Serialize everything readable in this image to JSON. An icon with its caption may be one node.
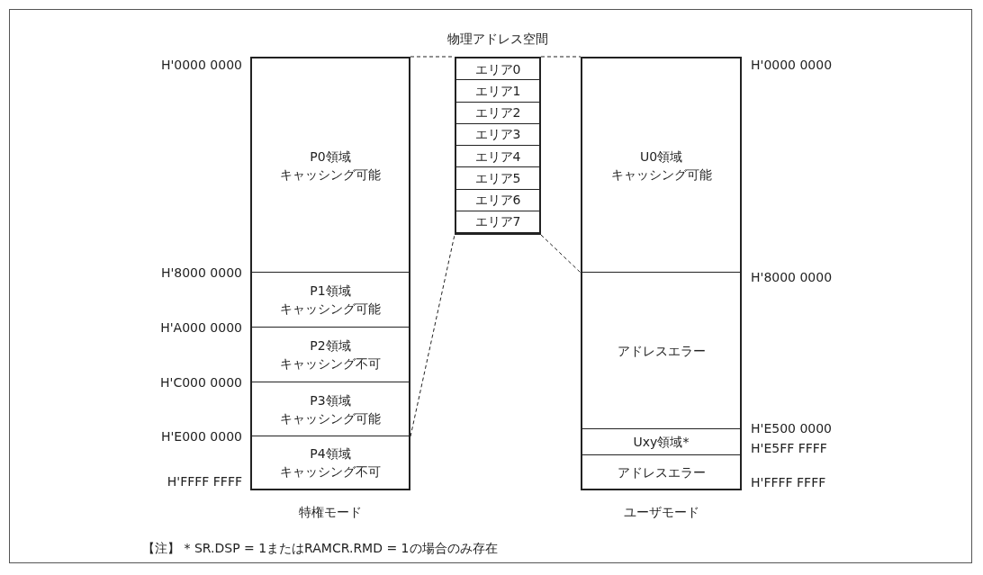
{
  "diagram": {
    "nodes": [
      {
        "text": [
          "P0領域",
          "キャッシング可能"
        ]
      },
      {
        "text": [
          "P1領域",
          "キャッシング可能"
        ]
      },
      {
        "text": [
          "P2領域",
          "キャッシング不可"
        ]
      },
      {
        "text": [
          "P3領域",
          "キャッシング可能"
        ]
      },
      {
        "text": [
          "P4領域",
          "キャッシング不可"
        ]
      },
      {
        "text": [],
        "shape": "box"
      },
      {
        "text": [
          "エリア0"
        ],
        "in": 5
      },
      {
        "text": [
          "エリア1"
        ],
        "in": 5
      },
      {
        "text": [
          "エリア2"
        ],
        "in": 5
      },
      {
        "text": [
          "エリア3"
        ],
        "in": 5
      },
      {
        "text": [
          "エリア4"
        ],
        "in": 5
      },
      {
        "text": [
          "エリア5"
        ],
        "in": 5
      },
      {
        "text": [
          "エリア6"
        ],
        "in": 5
      },
      {
        "text": [
          "エリア7"
        ],
        "in": 5
      },
      {
        "text": [
          "U0領域",
          "キャッシング可能"
        ]
      },
      {
        "text": [
          "アドレスエラー"
        ]
      },
      {
        "text": [
          "Uxy領域*"
        ]
      },
      {
        "text": [
          "アドレスエラー"
        ]
      }
    ],
    "edges": [
      {
        "from": 0,
        "to": 5,
        "arrow": "none",
        "style": "dashed"
      },
      {
        "from": 5,
        "to": 14,
        "arrow": "none",
        "style": "dashed"
      },
      {
        "from": 3,
        "to": 5,
        "arrow": "none",
        "style": "dashed"
      },
      {
        "from": 5,
        "to": 14,
        "arrow": "none",
        "style": "dashed"
      }
    ],
    "labels": [
      "物理アドレス空間",
      "H'0000 0000",
      "H'0000 0000",
      "H'8000 0000",
      "H'8000 0000",
      "H'A000 0000",
      "H'C000 0000",
      "H'E500 0000",
      "H'E000 0000",
      "H'E5FF FFFF",
      "H'FFFF FFFF",
      "H'FFFF FFFF",
      "特権モード",
      "ユーザモード",
      "【注】 * SR.DSP = 1またはRAMCR.RMD = 1の場合のみ存在"
    ]
  }
}
